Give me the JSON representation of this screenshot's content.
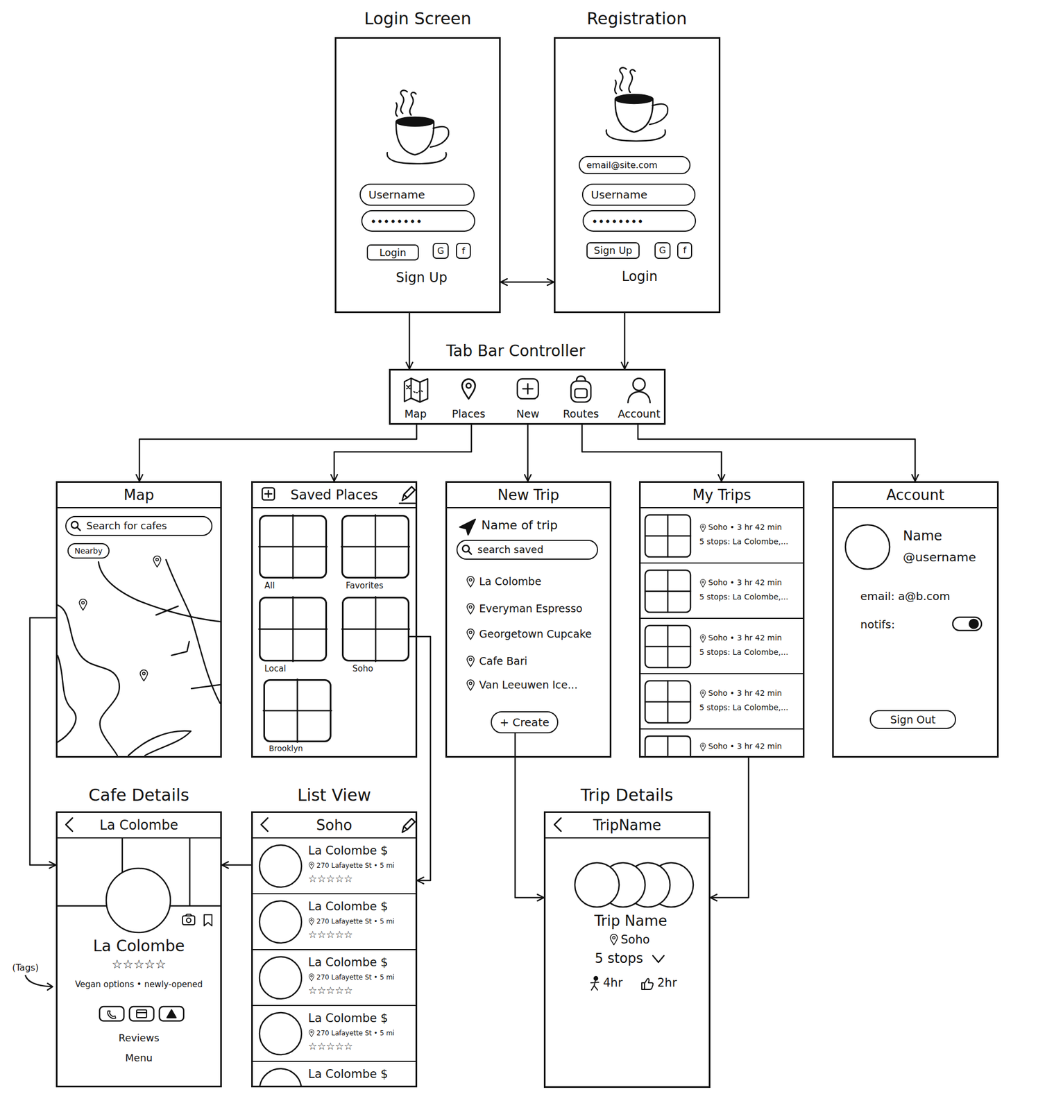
{
  "diagram": {
    "nodes": [
      {
        "text": [
          "Login Screen",
          "Sign Up"
        ]
      },
      {
        "text": [
          "Username"
        ],
        "in": 0
      },
      {
        "text": [
          "••••••••"
        ],
        "in": 0
      },
      {
        "text": [
          "Login"
        ],
        "in": 0
      },
      {
        "text": [
          "G"
        ],
        "in": 0
      },
      {
        "text": [
          "f"
        ],
        "in": 0
      },
      {
        "text": [
          "Registration",
          "Login"
        ]
      },
      {
        "text": [
          "email@site.com"
        ],
        "in": 6
      },
      {
        "text": [
          "Username"
        ],
        "in": 6
      },
      {
        "text": [
          "••••••••"
        ],
        "in": 6
      },
      {
        "text": [
          "Sign Up"
        ],
        "in": 6
      },
      {
        "text": [
          "G"
        ],
        "in": 6
      },
      {
        "text": [
          "f"
        ],
        "in": 6
      },
      {
        "text": [
          "Tab Bar Controller",
          "Map",
          "Places",
          "New",
          "Routes",
          "Account"
        ]
      },
      {
        "text": [
          "Map"
        ]
      },
      {
        "text": [
          "Search for cafes"
        ],
        "in": 14
      },
      {
        "text": [
          "Nearby"
        ],
        "in": 14
      },
      {
        "text": [
          "Saved Places"
        ]
      },
      {
        "text": [
          "All"
        ],
        "in": 17
      },
      {
        "text": [
          "Favorites"
        ],
        "in": 17
      },
      {
        "text": [
          "Local"
        ],
        "in": 17
      },
      {
        "text": [
          "Soho"
        ],
        "in": 17
      },
      {
        "text": [
          "Brooklyn"
        ],
        "in": 17
      },
      {
        "text": [
          "New Trip",
          "Name of trip",
          "La Colombe",
          "Everyman Espresso",
          "Georgetown Cupcake",
          "Cafe Bari",
          "Van Leeuwen Ice..."
        ]
      },
      {
        "text": [
          "search saved"
        ],
        "in": 23
      },
      {
        "text": [
          "+ Create"
        ],
        "in": 23
      },
      {
        "text": [
          "My Trips"
        ]
      },
      {
        "text": [
          "Soho • 3 hr 42 min",
          "5 stops: La Colombe,..."
        ],
        "in": 26
      },
      {
        "text": [
          "Soho • 3 hr 42 min",
          "5 stops: La Colombe,..."
        ],
        "in": 26
      },
      {
        "text": [
          "Soho • 3 hr 42 min",
          "5 stops: La Colombe,..."
        ],
        "in": 26
      },
      {
        "text": [
          "Soho • 3 hr 42 min",
          "5 stops: La Colombe,..."
        ],
        "in": 26
      },
      {
        "text": [
          "Soho • 3 hr 42 min"
        ],
        "in": 26
      },
      {
        "text": [
          "Account",
          "Name",
          "@username",
          "email: a@b.com",
          "notifs:"
        ]
      },
      {
        "text": [
          "Sign Out"
        ],
        "in": 32
      },
      {
        "text": [
          "Cafe Details",
          "La Colombe",
          "La Colombe",
          "☆☆☆☆☆",
          "Vegan options • newly-opened",
          "Reviews",
          "Menu"
        ]
      },
      {
        "text": [
          "List View",
          "Soho"
        ]
      },
      {
        "text": [
          "La Colombe $",
          "270 Lafayette St • 5 mi",
          "☆☆☆☆☆"
        ],
        "in": 35
      },
      {
        "text": [
          "La Colombe $",
          "270 Lafayette St • 5 mi",
          "☆☆☆☆☆"
        ],
        "in": 35
      },
      {
        "text": [
          "La Colombe $",
          "270 Lafayette St • 5 mi",
          "☆☆☆☆☆"
        ],
        "in": 35
      },
      {
        "text": [
          "La Colombe $",
          "270 Lafayette St • 5 mi",
          "☆☆☆☆☆"
        ],
        "in": 35
      },
      {
        "text": [
          "La Colombe $"
        ],
        "in": 35
      },
      {
        "text": [
          "Trip Details",
          "TripName",
          "Trip Name",
          "Soho",
          "5 stops",
          "4hr",
          "2hr"
        ]
      }
    ],
    "edges": [
      {
        "from": 0,
        "to": 6,
        "arrow": "both"
      },
      {
        "from": 0,
        "to": 13,
        "arrow": "to"
      },
      {
        "from": 6,
        "to": 13,
        "arrow": "to"
      },
      {
        "from": 13,
        "to": 14,
        "arrow": "to"
      },
      {
        "from": 13,
        "to": 17,
        "arrow": "to"
      },
      {
        "from": 13,
        "to": 23,
        "arrow": "to"
      },
      {
        "from": 13,
        "to": 26,
        "arrow": "to"
      },
      {
        "from": 13,
        "to": 32,
        "arrow": "to"
      },
      {
        "from": 14,
        "to": 34,
        "arrow": "to"
      },
      {
        "from": 21,
        "to": 35,
        "arrow": "to"
      },
      {
        "from": 35,
        "to": 34,
        "arrow": "to"
      },
      {
        "from": 25,
        "to": 41,
        "arrow": "to"
      },
      {
        "from": 26,
        "to": 41,
        "arrow": "to"
      }
    ],
    "labels": [
      "(Tags)"
    ]
  }
}
